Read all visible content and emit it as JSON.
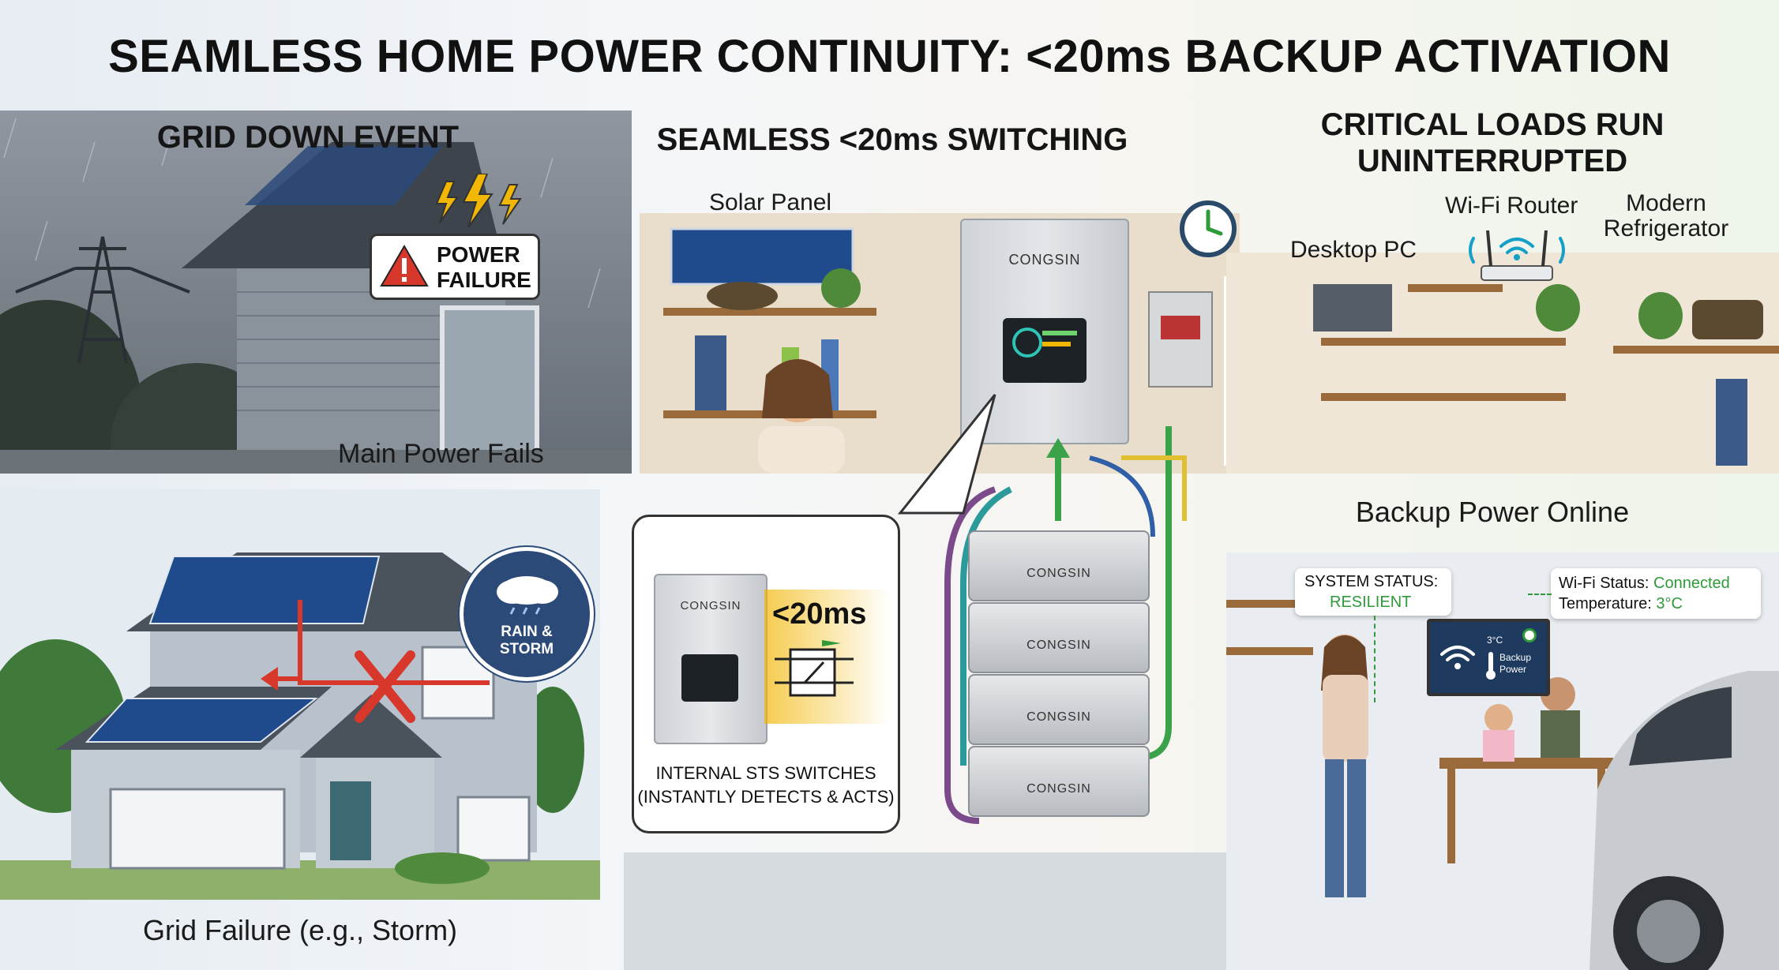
{
  "title": "SEAMLESS HOME POWER CONTINUITY: <20ms BACKUP ACTIVATION",
  "left": {
    "heading": "GRID DOWN EVENT",
    "alert_line1": "POWER",
    "alert_line2": "FAILURE",
    "main_fail": "Main Power Fails",
    "badge_line1": "RAIN &",
    "badge_line2": "STORM",
    "bottom_caption": "Grid Failure (e.g., Storm)"
  },
  "middle": {
    "heading": "SEAMLESS <20ms SWITCHING",
    "solar_panel": "Solar Panel",
    "brand": "CONGSIN",
    "callout_time": "<20ms",
    "callout_line1": "INTERNAL STS SWITCHES",
    "callout_line2": "(INSTANTLY DETECTS & ACTS)"
  },
  "right": {
    "heading_line1": "CRITICAL LOADS RUN",
    "heading_line2": "UNINTERRUPTED",
    "desktop_pc": "Desktop PC",
    "wifi_router": "Wi-Fi Router",
    "fridge_line1": "Modern",
    "fridge_line2": "Refrigerator",
    "backup_online": "Backup Power Online",
    "status_label": "SYSTEM STATUS:",
    "status_value": "RESILIENT",
    "wifi_status_label": "Wi-Fi Status:",
    "wifi_status_value": "Connected",
    "temperature_label": "Temperature:",
    "temperature_value": "3°C",
    "tv_temp": "3°C",
    "tv_line1": "Backup",
    "tv_line2": "Power"
  },
  "colors": {
    "alert_red": "#d8372b",
    "accent_green": "#2e9a3a",
    "arrow_green": "#3aa34a",
    "storm_blue": "#2b4a78",
    "cable_purple": "#7a4a8a",
    "cable_teal": "#2a9a9a"
  },
  "icons": [
    "power-line-tower-icon",
    "lightning-icon",
    "warning-icon",
    "clock-icon",
    "wifi-icon",
    "rain-cloud-icon",
    "cross-icon",
    "switch-icon",
    "thermometer-icon"
  ]
}
